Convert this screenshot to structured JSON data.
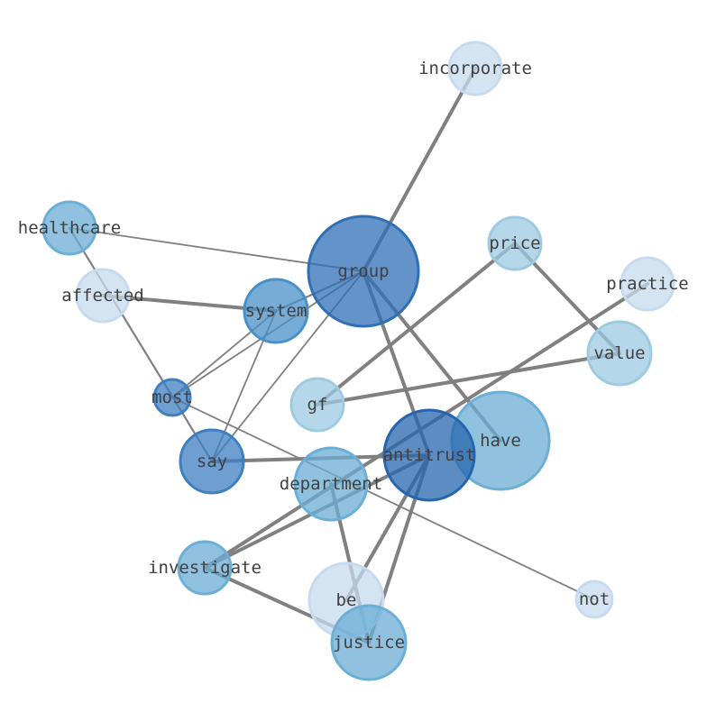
{
  "graph": {
    "nodes": [
      {
        "id": "incorporate",
        "label": "incorporate",
        "weight": 1,
        "color": "#c6dbef"
      },
      {
        "id": "healthcare",
        "label": "healthcare",
        "weight": 2,
        "color": "#6baed6"
      },
      {
        "id": "group",
        "label": "group",
        "weight": 8,
        "color": "#2f6fb5"
      },
      {
        "id": "price",
        "label": "price",
        "weight": 2,
        "color": "#9ecae1"
      },
      {
        "id": "practice",
        "label": "practice",
        "weight": 1,
        "color": "#c6dbef"
      },
      {
        "id": "affected",
        "label": "affected",
        "weight": 1,
        "color": "#c6dbef"
      },
      {
        "id": "system",
        "label": "system",
        "weight": 3,
        "color": "#4a90c8"
      },
      {
        "id": "value",
        "label": "value",
        "weight": 3,
        "color": "#9ecae1"
      },
      {
        "id": "most",
        "label": "most",
        "weight": 1,
        "color": "#3d7fc0"
      },
      {
        "id": "gf",
        "label": "gf",
        "weight": 2,
        "color": "#9ecae1"
      },
      {
        "id": "have",
        "label": "have",
        "weight": 6,
        "color": "#6baed6"
      },
      {
        "id": "antitrust",
        "label": "antitrust",
        "weight": 5,
        "color": "#2565ad"
      },
      {
        "id": "say",
        "label": "say",
        "weight": 3,
        "color": "#3d7fc0"
      },
      {
        "id": "department",
        "label": "department",
        "weight": 4,
        "color": "#6baed6"
      },
      {
        "id": "investigate",
        "label": "investigate",
        "weight": 2,
        "color": "#6baed6"
      },
      {
        "id": "not",
        "label": "not",
        "weight": 1,
        "color": "#c6dbef"
      },
      {
        "id": "be",
        "label": "be",
        "weight": 4,
        "color": "#c6dbef"
      },
      {
        "id": "justice",
        "label": "justice",
        "weight": 4,
        "color": "#6baed6"
      }
    ],
    "edges": [
      {
        "source": "group",
        "target": "incorporate",
        "weight": 3
      },
      {
        "source": "group",
        "target": "healthcare",
        "weight": 1
      },
      {
        "source": "group",
        "target": "system",
        "weight": 2
      },
      {
        "source": "group",
        "target": "most",
        "weight": 1
      },
      {
        "source": "group",
        "target": "say",
        "weight": 1
      },
      {
        "source": "group",
        "target": "antitrust",
        "weight": 3
      },
      {
        "source": "group",
        "target": "have",
        "weight": 3
      },
      {
        "source": "affected",
        "target": "system",
        "weight": 3
      },
      {
        "source": "system",
        "target": "most",
        "weight": 1
      },
      {
        "source": "system",
        "target": "say",
        "weight": 1
      },
      {
        "source": "healthcare",
        "target": "say",
        "weight": 1.5
      },
      {
        "source": "most",
        "target": "not",
        "weight": 1
      },
      {
        "source": "price",
        "target": "gf",
        "weight": 3
      },
      {
        "source": "price",
        "target": "value",
        "weight": 3
      },
      {
        "source": "gf",
        "target": "value",
        "weight": 3
      },
      {
        "source": "practice",
        "target": "investigate",
        "weight": 4
      },
      {
        "source": "say",
        "target": "antitrust",
        "weight": 3
      },
      {
        "source": "antitrust",
        "target": "investigate",
        "weight": 3
      },
      {
        "source": "antitrust",
        "target": "justice",
        "weight": 3
      },
      {
        "source": "antitrust",
        "target": "be",
        "weight": 3
      },
      {
        "source": "department",
        "target": "justice",
        "weight": 4
      },
      {
        "source": "investigate",
        "target": "justice",
        "weight": 3
      }
    ]
  }
}
